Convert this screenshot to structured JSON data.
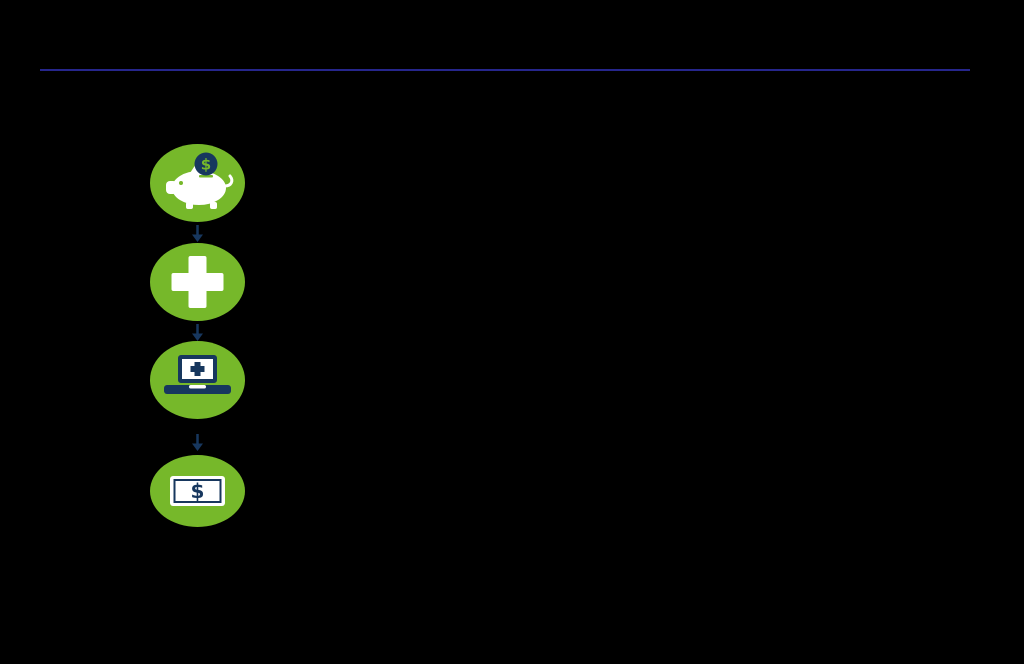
{
  "colors": {
    "background": "#000000",
    "divider": "#26268c",
    "accent_green": "#76b82a",
    "navy": "#17375e",
    "white": "#ffffff"
  },
  "flow": {
    "dollar_sign": "$",
    "steps": [
      {
        "name": "savings-step",
        "icon": "piggy-bank-icon"
      },
      {
        "name": "medical-step",
        "icon": "medical-cross-icon"
      },
      {
        "name": "online-step",
        "icon": "laptop-plus-icon"
      },
      {
        "name": "payment-step",
        "icon": "dollar-bill-icon"
      }
    ]
  }
}
